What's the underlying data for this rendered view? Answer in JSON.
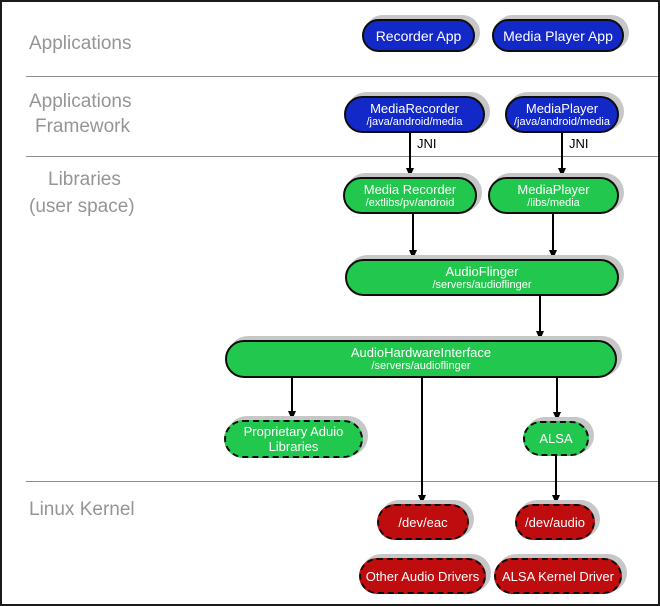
{
  "section_labels": {
    "applications": "Applications",
    "framework_line1": "Applications",
    "framework_line2": "Framework",
    "libraries_line1": "Libraries",
    "libraries_line2": "(user space)",
    "kernel": "Linux Kernel"
  },
  "jni_label": "JNI",
  "nodes": {
    "recorder_app": {
      "title": "Recorder App"
    },
    "media_player_app": {
      "title": "Media Player App"
    },
    "media_recorder_fw": {
      "title": "MediaRecorder",
      "subtitle": "/java/android/media"
    },
    "media_player_fw": {
      "title": "MediaPlayer",
      "subtitle": "/java/android/media"
    },
    "media_recorder_lib": {
      "title": "Media Recorder",
      "subtitle": "/extlibs/pv/android"
    },
    "media_player_lib": {
      "title": "MediaPlayer",
      "subtitle": "/libs/media"
    },
    "audioflinger": {
      "title": "AudioFlinger",
      "subtitle": "/servers/audioflinger"
    },
    "audio_hardware_interface": {
      "title": "AudioHardwareInterface",
      "subtitle": "/servers/audioflinger"
    },
    "proprietary_audio_libraries": {
      "title": "Proprietary Aduio",
      "title_line2": "Libraries"
    },
    "alsa": {
      "title": "ALSA"
    },
    "dev_eac": {
      "title": "/dev/eac"
    },
    "dev_audio": {
      "title": "/dev/audio"
    },
    "other_audio_drivers": {
      "title": "Other Audio Drivers"
    },
    "alsa_kernel_driver": {
      "title": "ALSA Kernel Driver"
    }
  },
  "colors": {
    "app_blue": "#1229c8",
    "lib_green": "#22c84e",
    "kernel_red": "#bf0c0e",
    "shadow_gray": "#c7c7c7",
    "label_gray": "#959595",
    "divider_gray": "#8d8d8d"
  }
}
